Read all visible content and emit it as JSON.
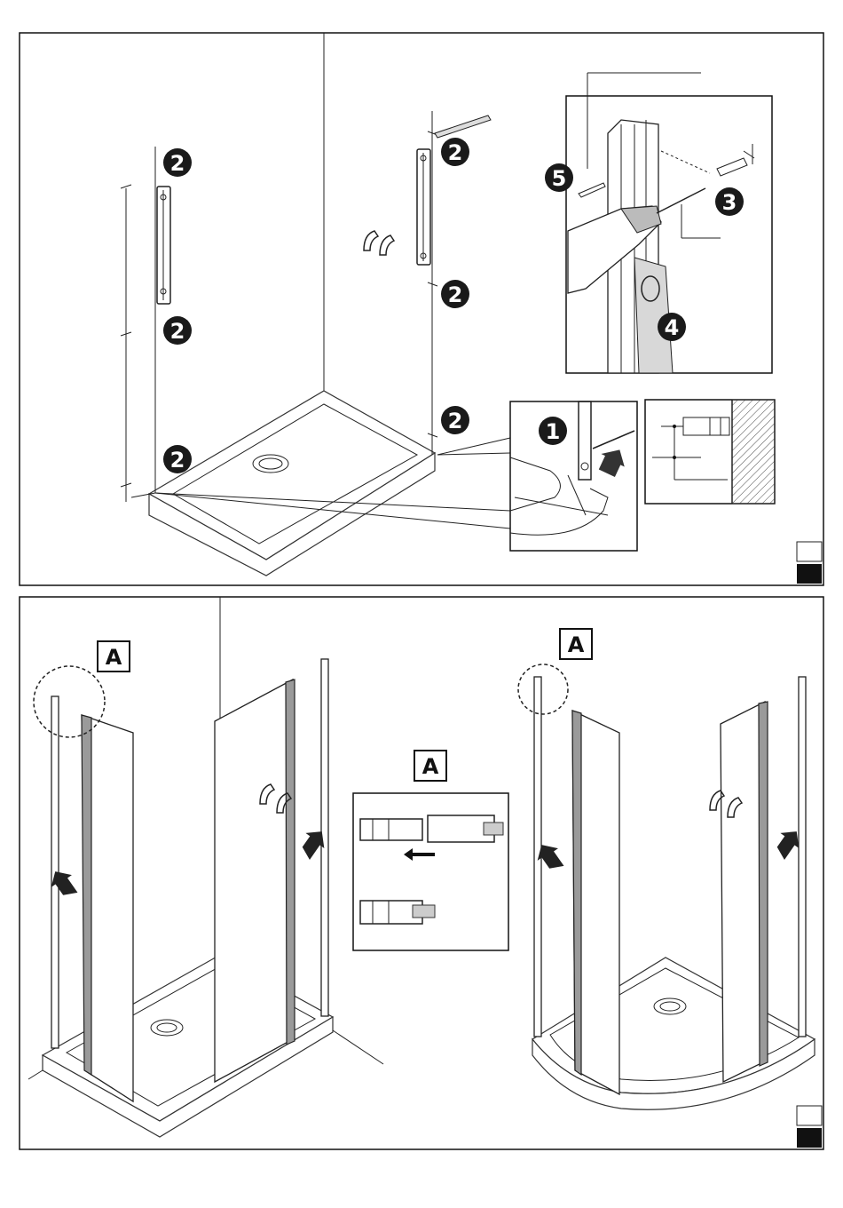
{
  "step_numbers": {
    "left_wall_marks": [
      "2",
      "2",
      "2"
    ],
    "right_wall_marks": [
      "2",
      "2",
      "2"
    ],
    "detail_marks": [
      "5",
      "3",
      "4"
    ],
    "tray_detail_mark": "1"
  },
  "detail_label": "A",
  "colors": {
    "ink": "#111111",
    "profile_grey": "#9a9a9a",
    "page_marker_black": "#111111"
  },
  "icons": [
    "pencil-icon",
    "drill-icon",
    "screw-icon",
    "wall-plug-icon",
    "spirit-level-icon",
    "push-arrow-icon",
    "elbow-fitting-icon"
  ]
}
